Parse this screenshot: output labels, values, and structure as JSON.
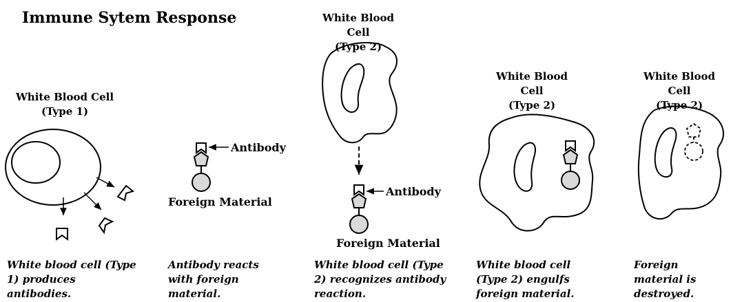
{
  "title": "Immune Sytem Response",
  "headings": {
    "wbc1_line1": "White Blood Cell",
    "wbc1_line2": "(Type 1)",
    "wbc2_line1": "White Blood Cell",
    "wbc2_line2": "(Type 2)"
  },
  "labels": {
    "antibody": "Antibody",
    "foreign_material": "Foreign Material"
  },
  "captions": [
    "White blood cell (Type 1) produces antibodies.",
    "Antibody reacts with foreign material.",
    "White blood cell (Type 2) recognizes antibody reaction.",
    "White blood cell (Type 2) engulfs foreign material.",
    "Foreign material is destroyed."
  ],
  "colors": {
    "stroke": "#000000",
    "fill_particle": "#d9d9d9",
    "background": "#ffffff"
  }
}
